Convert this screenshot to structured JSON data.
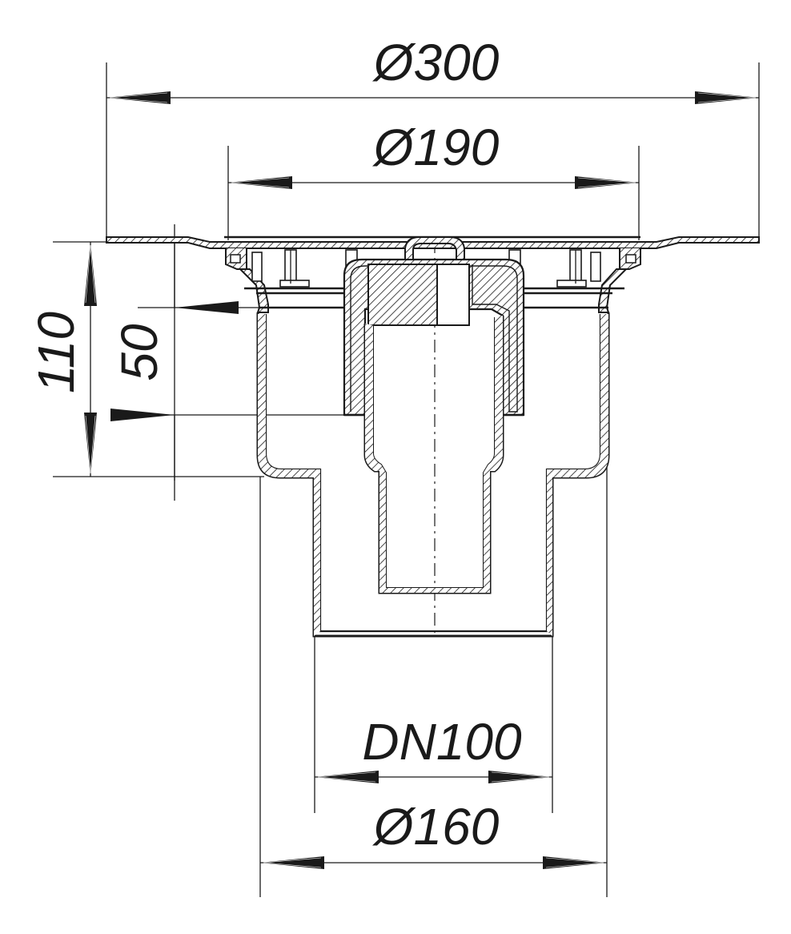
{
  "dimensions": {
    "outer_flange_diameter": "Ø300",
    "inner_flange_diameter": "Ø190",
    "total_height": "110",
    "inner_height": "50",
    "outlet_nominal": "DN100",
    "body_diameter": "Ø160"
  },
  "colors": {
    "ink": "#1a1a1a",
    "background": "#ffffff"
  }
}
